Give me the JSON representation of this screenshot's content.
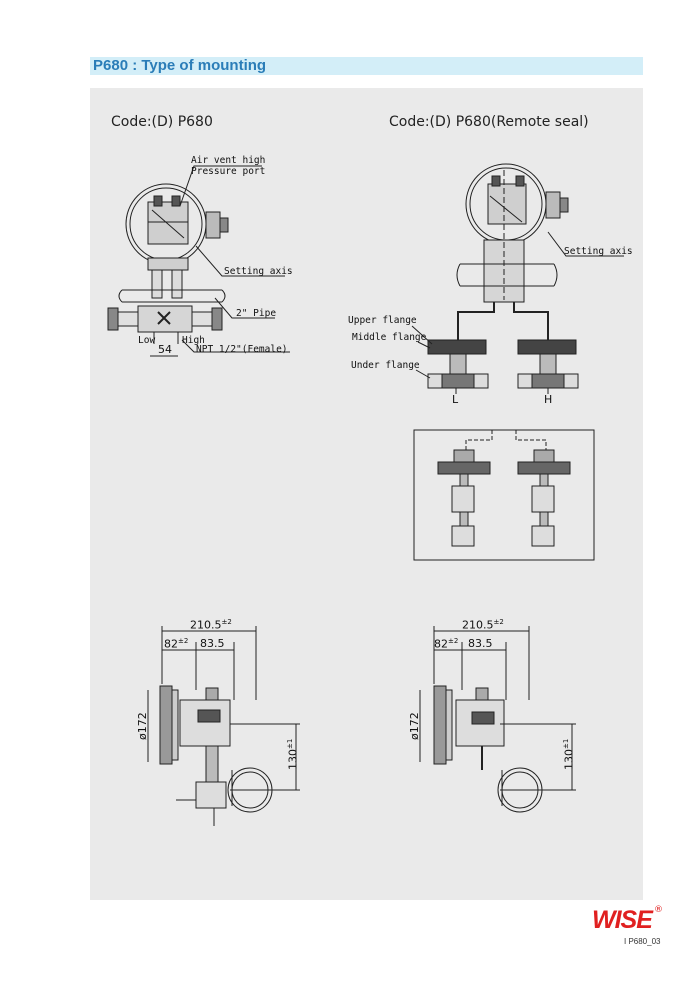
{
  "header": {
    "title": "P680 : Type of mounting"
  },
  "left": {
    "code": "Code:(D)  P680",
    "labels": {
      "air_vent": "Air vent high",
      "pressure_port": "Pressure port",
      "setting_axis": "Setting axis",
      "pipe": "2\" Pipe",
      "low": "Low",
      "high": "High",
      "dim54": "54",
      "npt": "NPT 1/2\"(Female)"
    }
  },
  "right": {
    "code": "Code:(D)  P680(Remote seal)",
    "labels": {
      "setting_axis": "Setting axis",
      "upper_flange": "Upper flange",
      "middle_flange": "Middle flange",
      "under_flange": "Under flange",
      "L": "L",
      "H": "H"
    }
  },
  "dims": {
    "overall": "210.5",
    "overall_tol": "±2",
    "d82": "82",
    "d82_tol": "±2",
    "d83": "83.5",
    "dia": "ø172",
    "h130": "130",
    "h130_tol": "±1"
  },
  "footer": {
    "logo": "WISE",
    "reg": "®",
    "page_code": "I  P680_03"
  }
}
